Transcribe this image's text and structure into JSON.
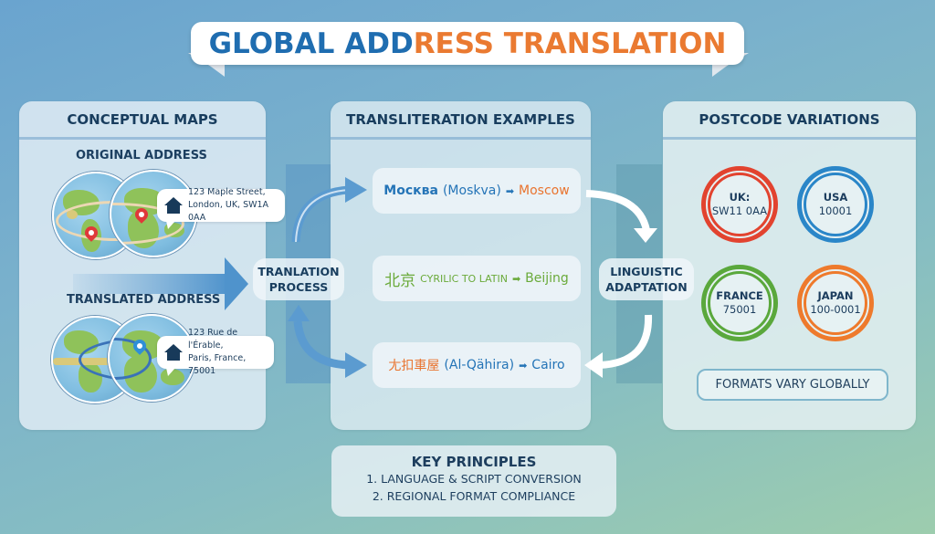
{
  "title": {
    "part1": "GLOBAL ADD",
    "part2": "RESS TRANSLATION",
    "full": "GLOBAL ADDRESS TRANSLATION"
  },
  "panels": {
    "maps": {
      "heading": "CONCEPTUAL MAPS",
      "original": {
        "label": "ORIGINAL ADDRESS",
        "address_line1": "123 Maple Street,",
        "address_line2": "London, UK, SW1A 0AA",
        "icon": "house-icon"
      },
      "translated": {
        "label": "TRANSLATED ADDRESS",
        "address_line1": "123 Rue de l'Érable,",
        "address_line2": "Paris, France, 75001",
        "icon": "house-icon"
      }
    },
    "transliteration": {
      "heading": "TRANSLITERATION EXAMPLES",
      "examples": [
        {
          "native": "Москва",
          "middle": "(Moskva)",
          "arrow": "➡",
          "result": "Moscow"
        },
        {
          "native": "北京",
          "middle": "CYRILIC TO LATIN",
          "arrow": "➡",
          "result": "Beijing"
        },
        {
          "native": "尢扣車屋",
          "middle": "(Al-Qähira)",
          "arrow": "➡",
          "result": "Cairo"
        }
      ]
    },
    "postcode": {
      "heading": "POSTCODE VARIATIONS",
      "items": [
        {
          "country": "UK:",
          "code": "SW11 0AA",
          "color": "#e2432f"
        },
        {
          "country": "USA",
          "code": "10001",
          "color": "#2a86c8"
        },
        {
          "country": "FRANCE",
          "code": "75001",
          "color": "#5aa83c"
        },
        {
          "country": "JAPAN",
          "code": "100-0001",
          "color": "#ee7a2c"
        }
      ],
      "footer": "FORMATS VARY GLOBALLY"
    }
  },
  "process": {
    "translation_line1": "TRANLATION",
    "translation_line2": "PROCESS",
    "linguistic_line1": "LINGUISTIC",
    "linguistic_line2": "ADAPTATION"
  },
  "key_principles": {
    "heading": "KEY PRINCIPLES",
    "items": [
      "1. LANGUAGE & SCRIPT CONVERSION",
      "2. REGIONAL FORMAT COMPLIANCE"
    ]
  },
  "colors": {
    "title_blue": "#1f6db0",
    "title_orange": "#ea7a31",
    "heading_navy": "#183d5e",
    "accent_blue": "#2474b7",
    "accent_orange": "#e9742f",
    "accent_green": "#6aaa3a"
  }
}
